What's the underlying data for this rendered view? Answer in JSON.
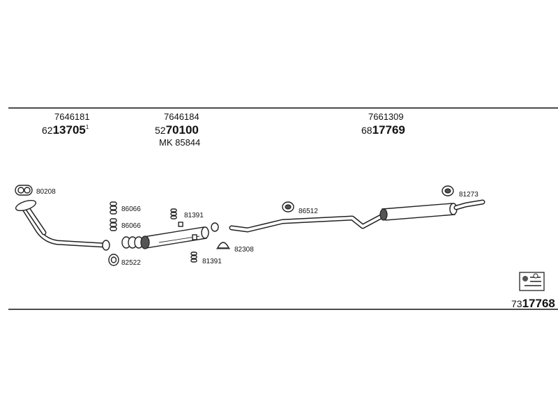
{
  "assemblies": [
    {
      "ref": "7646181",
      "code_prefix": "62",
      "code_main": "13705",
      "code_suffix": "1"
    },
    {
      "ref": "7646184",
      "code_prefix": "52",
      "code_main": "70100",
      "kit": "MK 85844"
    },
    {
      "ref": "7661309",
      "code_prefix": "68",
      "code_main": "17769"
    }
  ],
  "parts": {
    "gasket_front": "80208",
    "spring_1": "86066",
    "spring_2": "86066",
    "ring_gasket": "82522",
    "spring_top": "81391",
    "spring_bottom": "81391",
    "clamp": "82308",
    "hanger_mid": "86512",
    "hanger_rear": "81273"
  },
  "footer": {
    "code_prefix": "73",
    "code_main": "17768"
  }
}
